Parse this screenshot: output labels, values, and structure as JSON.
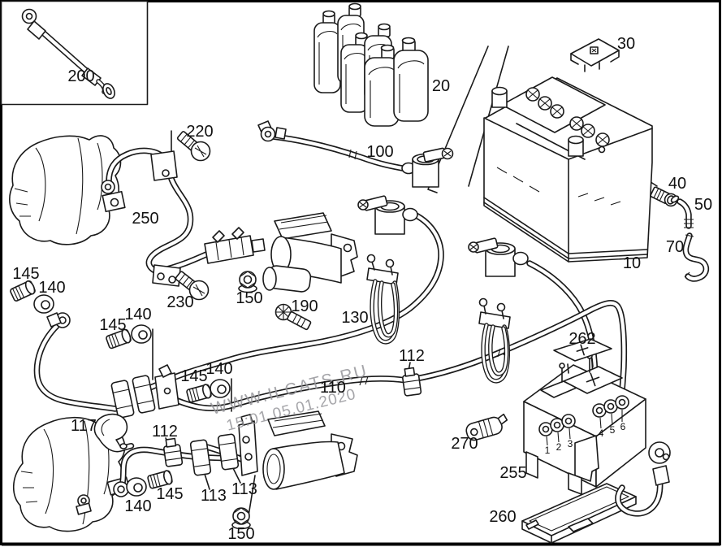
{
  "image": {
    "width": "889",
    "height": "673",
    "background": "#ffffff",
    "line_color": "#1a1a1a"
  },
  "watermark": {
    "line1": "WWW.ILCATS.RU",
    "line2": "15:01 05.01.2020",
    "color": "#96969b"
  },
  "part_labels": [
    {
      "part": "ground-strap-inset",
      "text": "200"
    },
    {
      "part": "screw-220",
      "text": "220"
    },
    {
      "part": "acid-containers",
      "text": "20"
    },
    {
      "part": "cover-plate-30",
      "text": "30"
    },
    {
      "part": "battery-cable-100",
      "text": "100"
    },
    {
      "part": "ground-cable-250",
      "text": "250"
    },
    {
      "part": "vent-plug-40",
      "text": "40"
    },
    {
      "part": "vent-elbow-50",
      "text": "50"
    },
    {
      "part": "vent-hose-70",
      "text": "70"
    },
    {
      "part": "battery-10",
      "text": "10"
    },
    {
      "part": "terminal-stud-145-a",
      "text": "145"
    },
    {
      "part": "nut-140-a",
      "text": "140"
    },
    {
      "part": "screw-230",
      "text": "230"
    },
    {
      "part": "nut-150-a",
      "text": "150"
    },
    {
      "part": "bolt-190",
      "text": "190"
    },
    {
      "part": "loop-terminal-130",
      "text": "130"
    },
    {
      "part": "terminal-stud-145-b",
      "text": "145"
    },
    {
      "part": "nut-140-b",
      "text": "140"
    },
    {
      "part": "clip-112-a",
      "text": "112"
    },
    {
      "part": "cover-262",
      "text": "262"
    },
    {
      "part": "battery-cable-110",
      "text": "110"
    },
    {
      "part": "terminal-stud-145-c",
      "text": "145"
    },
    {
      "part": "nut-140-c",
      "text": "140"
    },
    {
      "part": "bracket-270",
      "text": "270"
    },
    {
      "part": "clamp-117",
      "text": "117"
    },
    {
      "part": "clip-112-b",
      "text": "112"
    },
    {
      "part": "fuse-box-255",
      "text": "255"
    },
    {
      "part": "clamp-113-a",
      "text": "113"
    },
    {
      "part": "clamp-113-b",
      "text": "113"
    },
    {
      "part": "terminal-stud-145-d",
      "text": "145"
    },
    {
      "part": "nut-140-d",
      "text": "140"
    },
    {
      "part": "nut-150-b",
      "text": "150"
    },
    {
      "part": "tray-260",
      "text": "260"
    }
  ],
  "fuse_box": {
    "terminal_numbers": [
      "1",
      "2",
      "3",
      "4",
      "5",
      "6"
    ]
  }
}
